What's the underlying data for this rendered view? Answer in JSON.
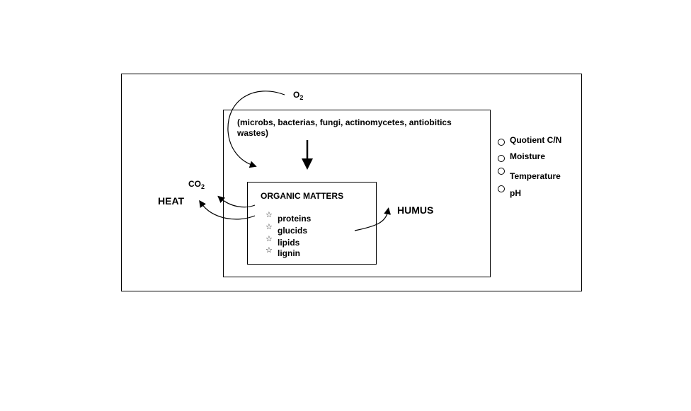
{
  "labels": {
    "o2": "O",
    "o2_sub": "2",
    "co2": "CO",
    "co2_sub": "2",
    "heat": "HEAT",
    "humus": "HUMUS",
    "microbes_line1": "(microbs, bacterias, fungi, actinomycetes, antiobitics",
    "microbes_line2": "wastes)",
    "organic_title": "ORGANIC MATTERS"
  },
  "organic_items": [
    {
      "label": "proteins"
    },
    {
      "label": "glucids"
    },
    {
      "label": "lipids"
    },
    {
      "label": "lignin"
    }
  ],
  "factors": [
    {
      "label": "Quotient C/N"
    },
    {
      "label": "Moisture"
    },
    {
      "label": "Temperature"
    },
    {
      "label": "pH"
    }
  ],
  "icons": {
    "bullet": "star-icon",
    "factor_bullet": "circle-icon"
  }
}
